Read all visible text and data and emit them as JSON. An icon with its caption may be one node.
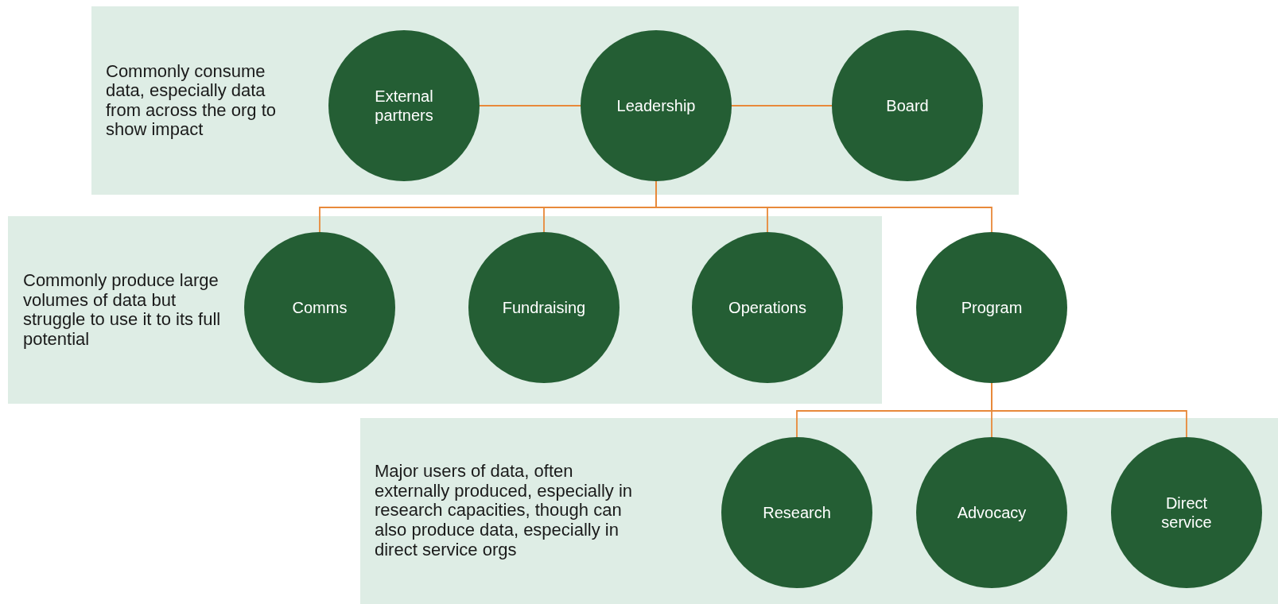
{
  "diagram": {
    "nodes": [
      {
        "text": [
          "Commonly consume data, especially data from across the org to show impact"
        ]
      },
      {
        "text": [
          "External partners"
        ],
        "in": 0
      },
      {
        "text": [
          "Leadership"
        ],
        "in": 0
      },
      {
        "text": [
          "Board"
        ],
        "in": 0
      },
      {
        "text": [
          "Commonly produce large volumes of data but struggle to use it to its full potential"
        ]
      },
      {
        "text": [
          "Comms"
        ],
        "in": 4
      },
      {
        "text": [
          "Fundraising"
        ],
        "in": 4
      },
      {
        "text": [
          "Operations"
        ],
        "in": 4
      },
      {
        "text": [
          "Program"
        ]
      },
      {
        "text": [
          "Major users of data, often externally produced, especially in research capacities, though can also produce data, especially in direct service orgs"
        ]
      },
      {
        "text": [
          "Research"
        ],
        "in": 9
      },
      {
        "text": [
          "Advocacy"
        ],
        "in": 9
      },
      {
        "text": [
          "Direct service"
        ],
        "in": 9
      }
    ],
    "edges": [
      {
        "from": 1,
        "to": 2,
        "arrow": "none"
      },
      {
        "from": 2,
        "to": 3,
        "arrow": "none"
      },
      {
        "from": 2,
        "to": 5,
        "arrow": "none"
      },
      {
        "from": 2,
        "to": 6,
        "arrow": "none"
      },
      {
        "from": 2,
        "to": 7,
        "arrow": "none"
      },
      {
        "from": 2,
        "to": 8,
        "arrow": "none"
      },
      {
        "from": 8,
        "to": 10,
        "arrow": "none"
      },
      {
        "from": 8,
        "to": 11,
        "arrow": "none"
      },
      {
        "from": 8,
        "to": 12,
        "arrow": "none"
      }
    ]
  }
}
